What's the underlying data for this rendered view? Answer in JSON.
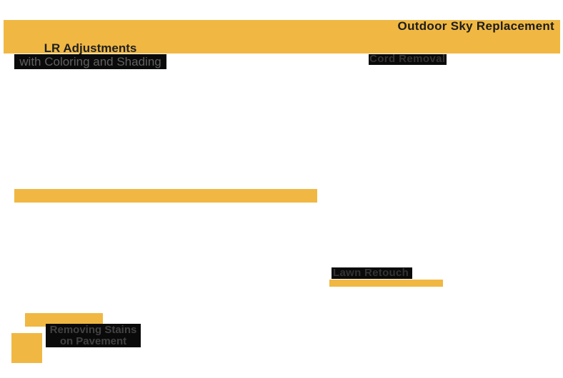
{
  "theme": {
    "accent": "#F0B843",
    "highlight": "#0A0A0A",
    "bg": "#FFFFFF"
  },
  "banner": {
    "title": "Outdoor Sky Replacement"
  },
  "titles": {
    "lr_line1": "LR Adjustments",
    "lr_line2": "with Coloring and Shading",
    "cord": "Cord Removal",
    "lawn": "Lawn Retouch",
    "stains_line1": "Removing Stains",
    "stains_line2": "on Pavement"
  }
}
